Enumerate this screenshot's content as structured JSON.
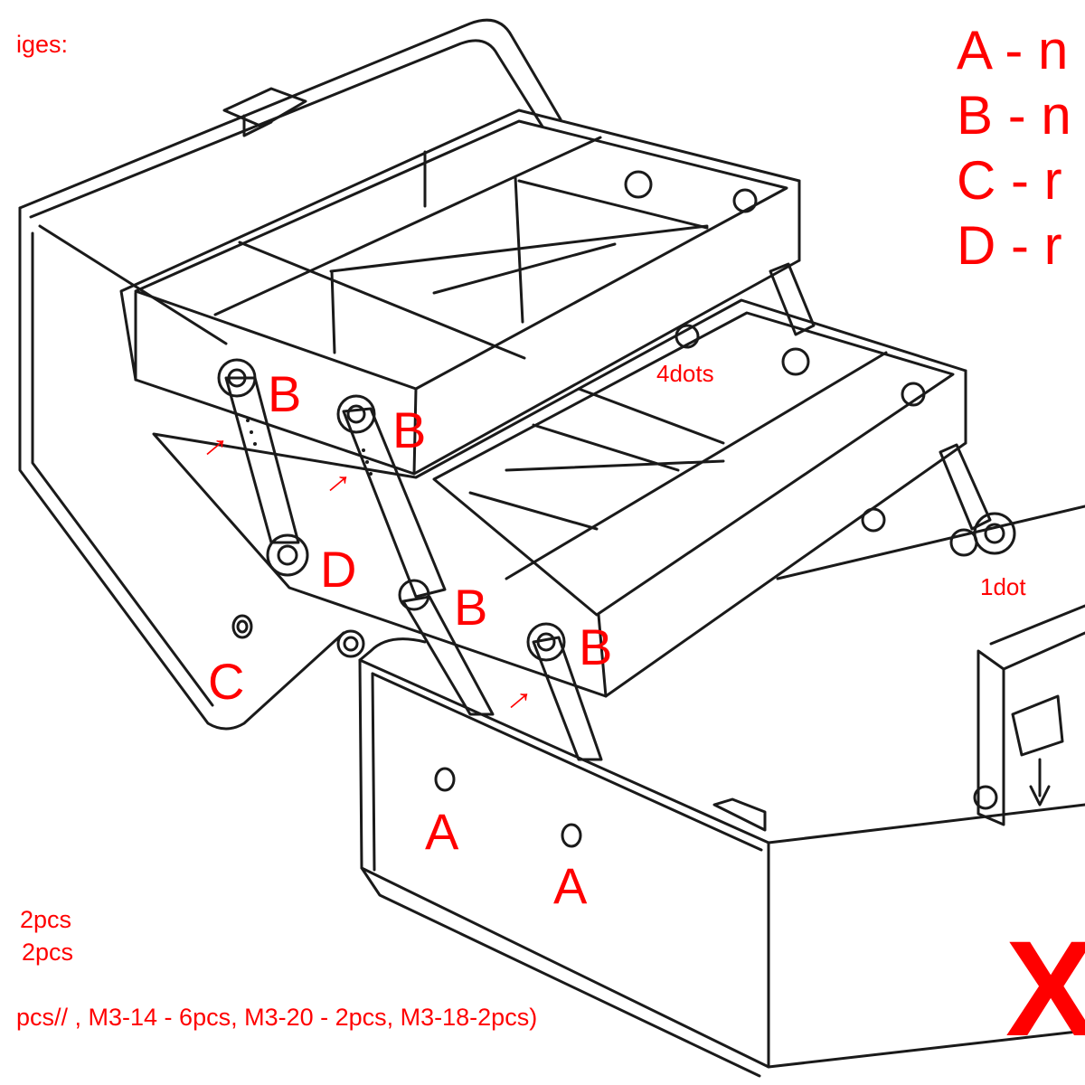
{
  "header_fragment": "iges:",
  "legend": [
    {
      "letter": "A",
      "text": "A - n"
    },
    {
      "letter": "B",
      "text": "B - n"
    },
    {
      "letter": "C",
      "text": "C - r"
    },
    {
      "letter": "D",
      "text": "D - r"
    }
  ],
  "labels": {
    "b1": "B",
    "b2": "B",
    "b3": "B",
    "b4": "B",
    "d1": "D",
    "c1": "C",
    "a1": "A",
    "a2": "A",
    "dots4": "4dots",
    "dot1": "1dot"
  },
  "arrow_glyph": "→",
  "notes": {
    "line1": "2pcs",
    "line2": "2pcs",
    "line3": "pcs// , M3-14 - 6pcs, M3-20 - 2pcs, M3-18-2pcs)"
  },
  "corner_mark": "X",
  "colors": {
    "annotation": "#ff0000",
    "line": "#1a1a1a",
    "background": "#ffffff"
  }
}
